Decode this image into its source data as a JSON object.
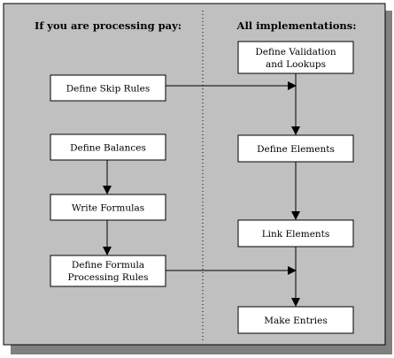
{
  "headings": {
    "left": "If you are processing pay:",
    "right": "All implementations:"
  },
  "left_steps": {
    "skip_rules": "Define Skip Rules",
    "balances": "Define Balances",
    "formulas": "Write Formulas",
    "formula_processing_line1": "Define Formula",
    "formula_processing_line2": "Processing Rules"
  },
  "right_steps": {
    "validation_line1": "Define Validation",
    "validation_line2": "and Lookups",
    "elements": "Define Elements",
    "link": "Link Elements",
    "entries": "Make Entries"
  },
  "colors": {
    "panel_fill": "#c0c0c0",
    "panel_shadow": "#808080",
    "box_fill": "#ffffff",
    "stroke": "#000000"
  }
}
